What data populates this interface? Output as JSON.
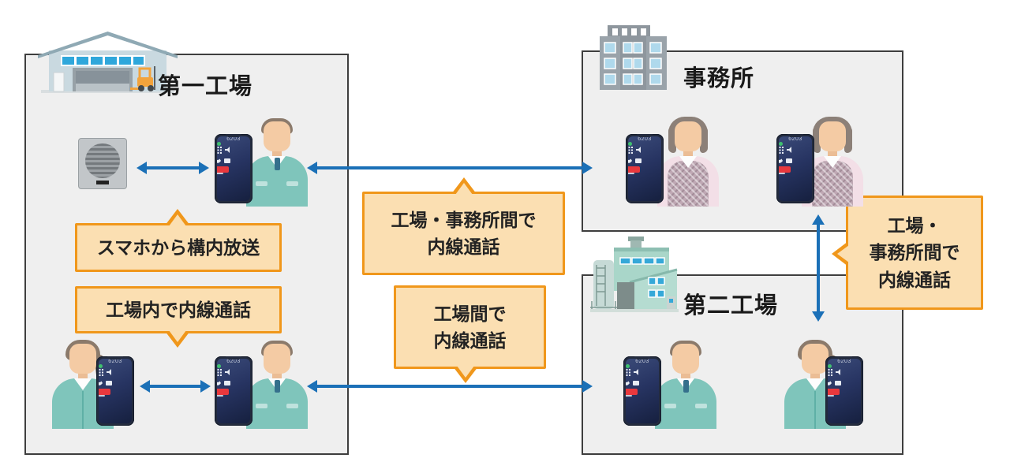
{
  "areas": {
    "factory1": {
      "label": "第一工場"
    },
    "office": {
      "label": "事務所"
    },
    "factory2": {
      "label": "第二工場"
    }
  },
  "callouts": {
    "broadcast": {
      "lines": [
        "スマホから構内放送"
      ]
    },
    "factory_internal": {
      "lines": [
        "工場内で内線通話"
      ]
    },
    "factory_office_center": {
      "lines": [
        "工場・事務所間で",
        "内線通話"
      ]
    },
    "factory_factory": {
      "lines": [
        "工場間で",
        "内線通話"
      ]
    },
    "factory_office_right": {
      "lines": [
        "工場・",
        "事務所間で",
        "内線通話"
      ]
    }
  },
  "phone": {
    "number": "6203"
  },
  "icons": [
    "warehouse-icon",
    "office-building-icon",
    "factory-building-icon",
    "pa-speaker-icon",
    "mute-icon",
    "keypad-icon",
    "speaker-icon",
    "hold-icon",
    "handset-icon",
    "record-icon"
  ],
  "colors": {
    "arrow": "#1B70B7",
    "callout_fill": "#FBDFB2",
    "callout_border": "#F0971B",
    "area_fill": "#EFEFEF",
    "area_border": "#3E3E3E",
    "end_call_red": "#E8383D",
    "uniform_teal": "#7FC5BB",
    "office_vest_mauve": "#BFA8B4",
    "factory2_mint": "#A9D6C9",
    "phone_body": "#232B3E"
  }
}
